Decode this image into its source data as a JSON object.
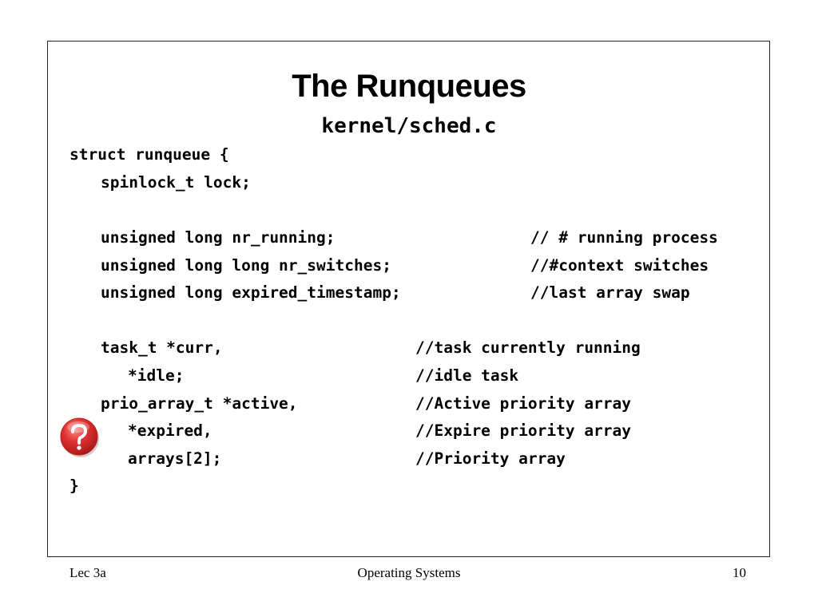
{
  "slide": {
    "title": "The Runqueues",
    "subtitle": "kernel/sched.c"
  },
  "code": {
    "struct_open": "struct runqueue {",
    "spinlock": "spinlock_t lock;",
    "nr_running": "unsigned long nr_running;",
    "nr_running_comment": "// # running process",
    "nr_switches": "unsigned long long nr_switches;",
    "nr_switches_comment": "//#context switches",
    "expired_timestamp": "unsigned long expired_timestamp;",
    "expired_timestamp_comment": "//last array swap",
    "curr": "task_t *curr,",
    "curr_comment": "//task currently running",
    "idle": "*idle;",
    "idle_comment": "//idle task",
    "active": "prio_array_t *active,",
    "active_comment": "//Active priority array",
    "expired": "*expired,",
    "expired_comment": "//Expire priority array",
    "arrays": "arrays[2];",
    "arrays_comment": "//Priority array",
    "struct_close": "}"
  },
  "help_icon": {
    "icon": "question-mark-icon",
    "color": "#d42a2a"
  },
  "footer": {
    "left": "Lec 3a",
    "center": "Operating Systems",
    "page": "10"
  }
}
